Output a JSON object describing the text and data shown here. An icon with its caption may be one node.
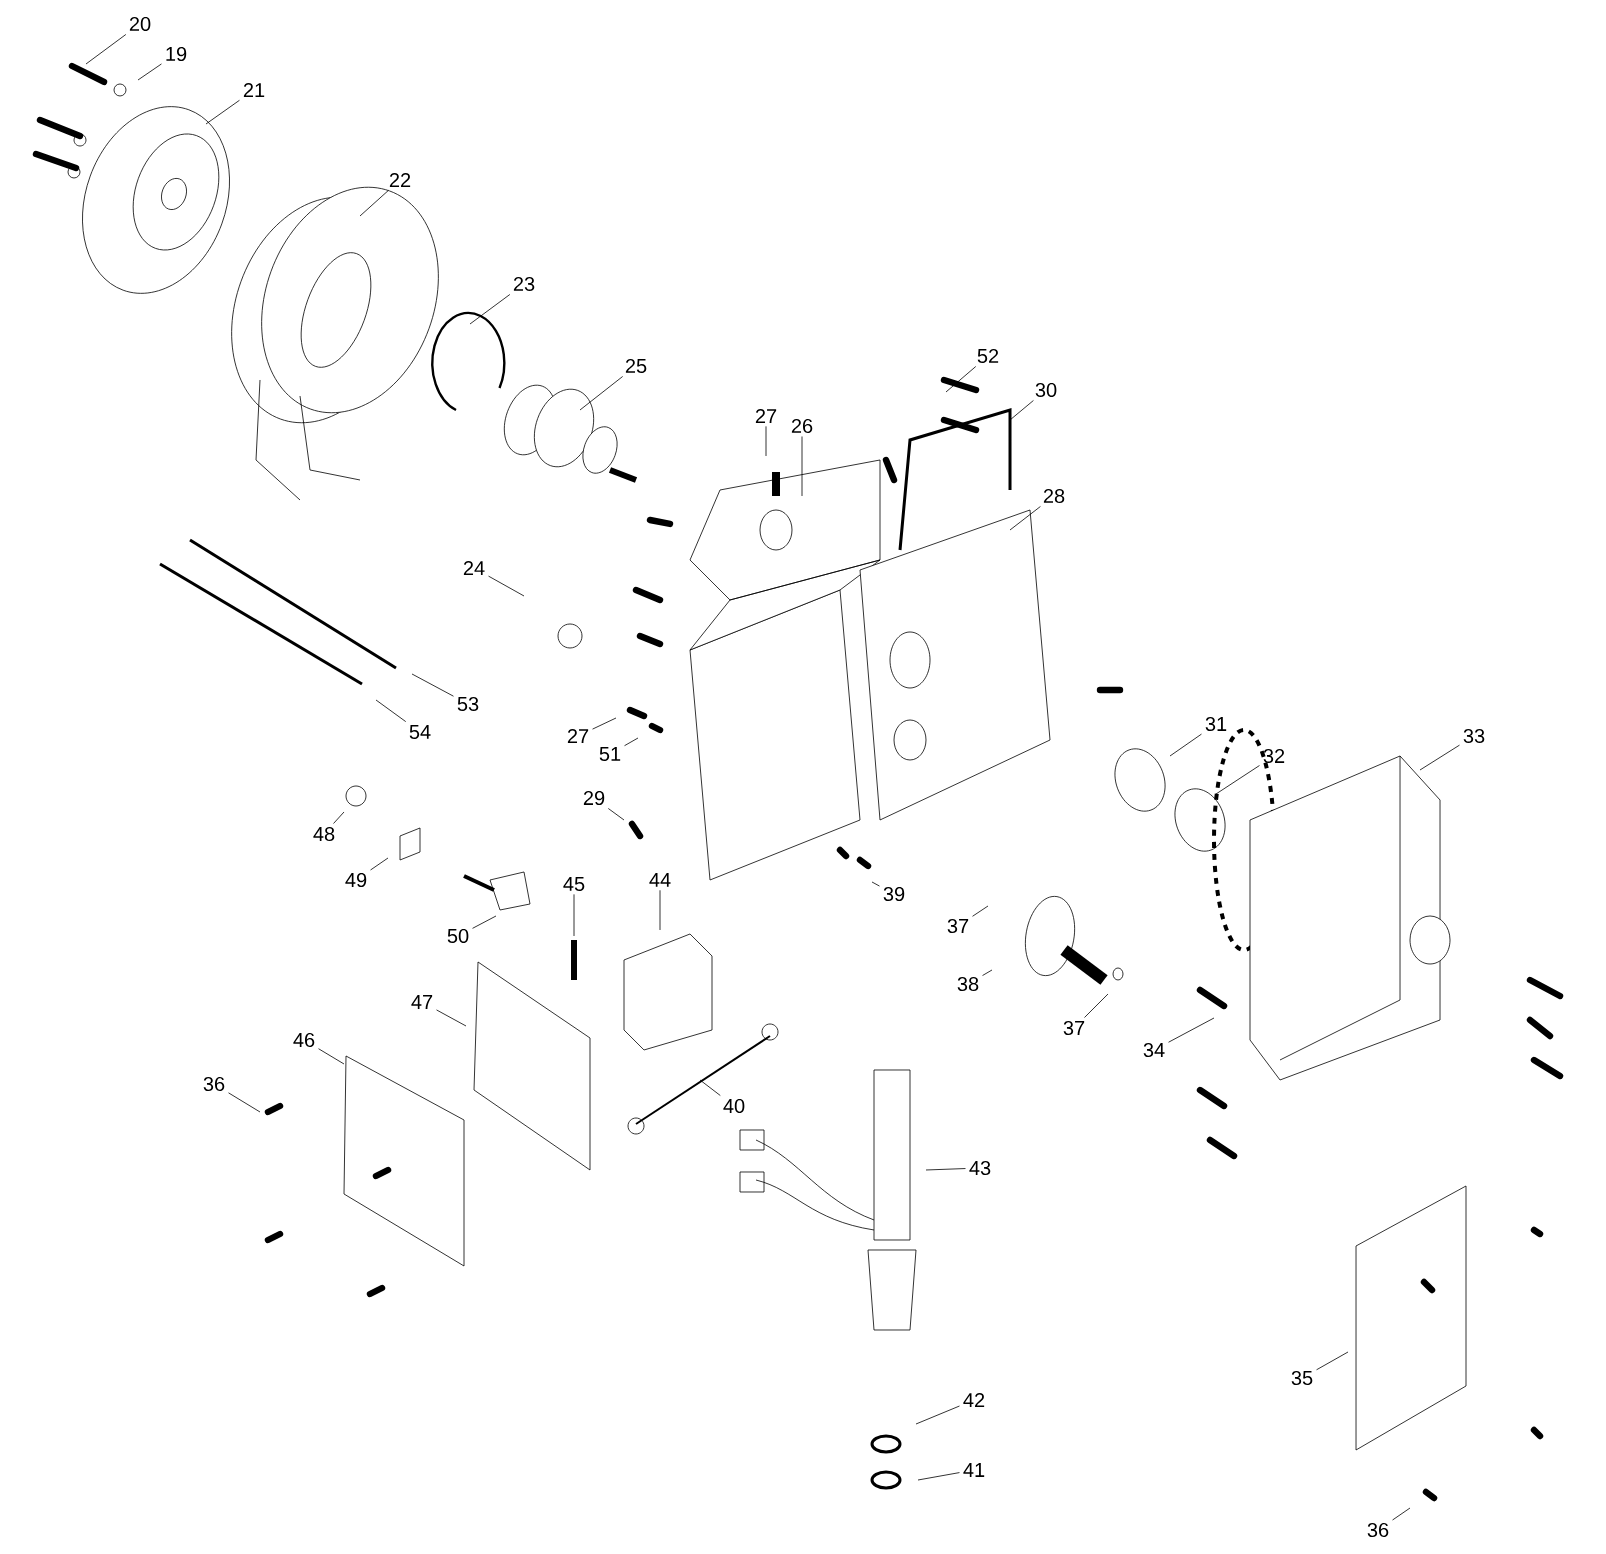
{
  "diagram": {
    "nodes": [
      {
        "text": [
          "20"
        ]
      },
      {
        "text": [
          "19"
        ]
      },
      {
        "text": [
          "21"
        ]
      },
      {
        "text": [
          "22"
        ]
      },
      {
        "text": [
          "23"
        ]
      },
      {
        "text": [
          "25"
        ]
      },
      {
        "text": [
          "27"
        ]
      },
      {
        "text": [
          "26"
        ]
      },
      {
        "text": [
          "52"
        ]
      },
      {
        "text": [
          "30"
        ]
      },
      {
        "text": [
          "28"
        ]
      },
      {
        "text": [
          "24"
        ]
      },
      {
        "text": [
          "53"
        ]
      },
      {
        "text": [
          "54"
        ]
      },
      {
        "text": [
          "27"
        ]
      },
      {
        "text": [
          "51"
        ]
      },
      {
        "text": [
          "29"
        ]
      },
      {
        "text": [
          "48"
        ]
      },
      {
        "text": [
          "49"
        ]
      },
      {
        "text": [
          "45"
        ]
      },
      {
        "text": [
          "44"
        ]
      },
      {
        "text": [
          "50"
        ]
      },
      {
        "text": [
          "47"
        ]
      },
      {
        "text": [
          "46"
        ]
      },
      {
        "text": [
          "36"
        ]
      },
      {
        "text": [
          "40"
        ]
      },
      {
        "text": [
          "43"
        ]
      },
      {
        "text": [
          "42"
        ]
      },
      {
        "text": [
          "41"
        ]
      },
      {
        "text": [
          "39"
        ]
      },
      {
        "text": [
          "31"
        ]
      },
      {
        "text": [
          "32"
        ]
      },
      {
        "text": [
          "33"
        ]
      },
      {
        "text": [
          "37"
        ]
      },
      {
        "text": [
          "38"
        ]
      },
      {
        "text": [
          "37"
        ]
      },
      {
        "text": [
          "34"
        ]
      },
      {
        "text": [
          "35"
        ]
      },
      {
        "text": [
          "36"
        ]
      }
    ],
    "edges": [
      {
        "from": 0,
        "to": null,
        "arrow": "none"
      },
      {
        "from": 1,
        "to": null,
        "arrow": "none"
      },
      {
        "from": 2,
        "to": null,
        "arrow": "none"
      },
      {
        "from": 3,
        "to": null,
        "arrow": "none"
      },
      {
        "from": 4,
        "to": null,
        "arrow": "none"
      },
      {
        "from": 5,
        "to": null,
        "arrow": "none"
      },
      {
        "from": 6,
        "to": null,
        "arrow": "none"
      },
      {
        "from": 7,
        "to": null,
        "arrow": "none"
      },
      {
        "from": 8,
        "to": null,
        "arrow": "none"
      },
      {
        "from": 9,
        "to": null,
        "arrow": "none"
      },
      {
        "from": 10,
        "to": null,
        "arrow": "none"
      },
      {
        "from": 11,
        "to": null,
        "arrow": "none"
      },
      {
        "from": 12,
        "to": null,
        "arrow": "none"
      },
      {
        "from": 13,
        "to": null,
        "arrow": "none"
      },
      {
        "from": 14,
        "to": null,
        "arrow": "none"
      },
      {
        "from": 15,
        "to": null,
        "arrow": "none"
      },
      {
        "from": 16,
        "to": null,
        "arrow": "none"
      },
      {
        "from": 17,
        "to": null,
        "arrow": "none"
      },
      {
        "from": 18,
        "to": null,
        "arrow": "none"
      },
      {
        "from": 19,
        "to": null,
        "arrow": "none"
      },
      {
        "from": 20,
        "to": null,
        "arrow": "none"
      },
      {
        "from": 21,
        "to": null,
        "arrow": "none"
      },
      {
        "from": 22,
        "to": null,
        "arrow": "none"
      },
      {
        "from": 23,
        "to": null,
        "arrow": "none"
      },
      {
        "from": 24,
        "to": null,
        "arrow": "none"
      },
      {
        "from": 25,
        "to": null,
        "arrow": "none"
      },
      {
        "from": 26,
        "to": null,
        "arrow": "none"
      },
      {
        "from": 27,
        "to": null,
        "arrow": "none"
      },
      {
        "from": 28,
        "to": null,
        "arrow": "none"
      },
      {
        "from": 29,
        "to": null,
        "arrow": "none"
      },
      {
        "from": 30,
        "to": null,
        "arrow": "none"
      },
      {
        "from": 31,
        "to": null,
        "arrow": "none"
      },
      {
        "from": 32,
        "to": null,
        "arrow": "none"
      },
      {
        "from": 33,
        "to": null,
        "arrow": "none"
      },
      {
        "from": 34,
        "to": null,
        "arrow": "none"
      },
      {
        "from": 35,
        "to": null,
        "arrow": "none"
      },
      {
        "from": 36,
        "to": null,
        "arrow": "none"
      },
      {
        "from": 37,
        "to": null,
        "arrow": "none"
      },
      {
        "from": 38,
        "to": null,
        "arrow": "none"
      }
    ]
  }
}
